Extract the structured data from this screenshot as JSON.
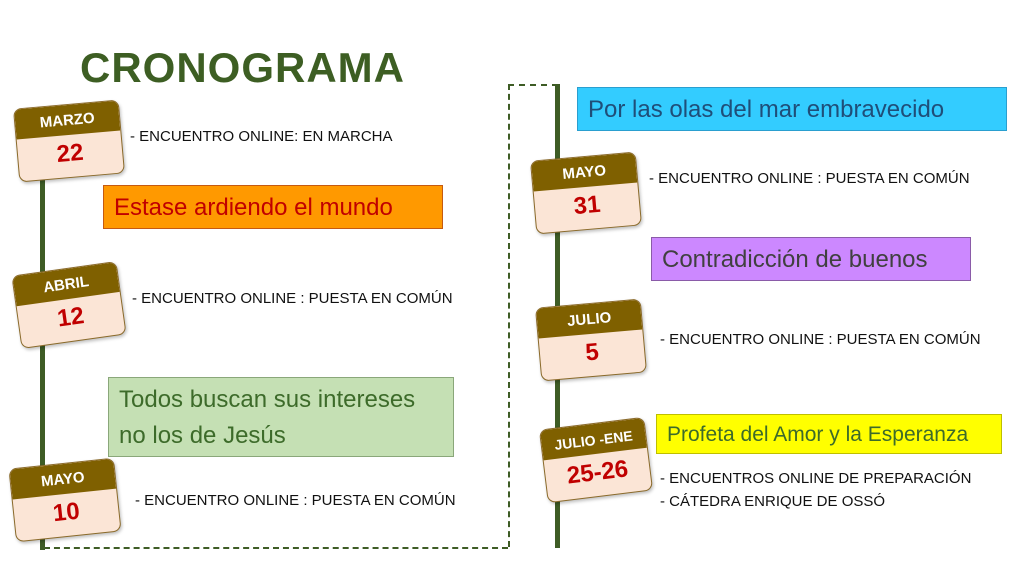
{
  "title": "CRONOGRAMA",
  "colors": {
    "title": "#3d5e23",
    "timeline": "#3e5c25",
    "calendar_header": "#7f6000",
    "calendar_body": "#fbe5d6",
    "calendar_day": "#c00000"
  },
  "left_column": {
    "events": [
      {
        "month": "MARZO",
        "day": "22",
        "text": "- ENCUENTRO ONLINE: EN MARCHA"
      },
      {
        "month": "ABRIL",
        "day": "12",
        "text": "- ENCUENTRO ONLINE : PUESTA EN COMÚN"
      },
      {
        "month": "MAYO",
        "day": "10",
        "text": "- ENCUENTRO ONLINE : PUESTA EN COMÚN"
      }
    ],
    "themes": [
      {
        "line1": "Estase ardiendo el mundo",
        "bg": "#ff9900",
        "fg": "#c00000"
      },
      {
        "line1": "Todos buscan sus intereses",
        "line2": "no los de Jesús",
        "bg": "#c5e0b4",
        "fg": "#3d6b2a"
      }
    ]
  },
  "right_column": {
    "themes": [
      {
        "line1": "Por las olas del mar embravecido",
        "bg": "#33ccff",
        "fg": "#1f4e79"
      },
      {
        "line1": "Contradicción de buenos",
        "bg": "#cc88ff",
        "fg": "#404040"
      },
      {
        "line1": "Profeta del Amor y la Esperanza",
        "bg": "#ffff00",
        "fg": "#3d6b2a"
      }
    ],
    "events": [
      {
        "month": "MAYO",
        "day": "31",
        "text": "- ENCUENTRO ONLINE : PUESTA EN COMÚN"
      },
      {
        "month": "JULIO",
        "day": "5",
        "text": "- ENCUENTRO ONLINE : PUESTA EN COMÚN"
      },
      {
        "month": "JULIO -ENE",
        "day": "25-26",
        "lines": [
          "-  ENCUENTROS ONLINE DE PREPARACIÓN",
          "-  CÁTEDRA ENRIQUE DE OSSÓ"
        ]
      }
    ]
  }
}
